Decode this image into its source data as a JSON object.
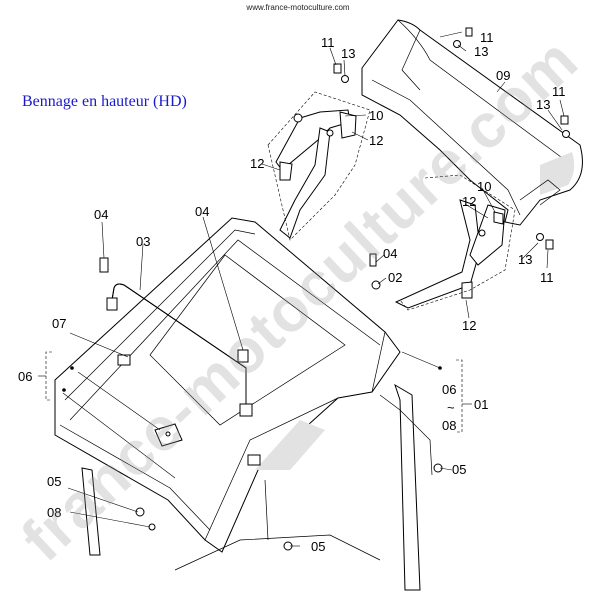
{
  "source_url": "www.france-motoculture.com",
  "title": "Bennage en hauteur (HD)",
  "watermark": "france-motoculture.com",
  "callouts": {
    "c11a": "11",
    "c13a": "13",
    "c11b": "11",
    "c13b": "13",
    "c09": "09",
    "c11c": "11",
    "c13c": "13",
    "c10a": "10",
    "c12a": "12",
    "c12b": "12",
    "c10b": "10",
    "c12c": "12",
    "c13d": "13",
    "c11d": "11",
    "c12d": "12",
    "c04a": "04",
    "c02": "02",
    "c04b": "04",
    "c03": "03",
    "c04c": "04",
    "c07": "07",
    "c06a": "06",
    "c06b": "06",
    "c08a": "08",
    "c01": "01",
    "c05a": "05",
    "c05b": "05",
    "c08b": "08",
    "c05c": "05"
  },
  "range_tilde": "~"
}
